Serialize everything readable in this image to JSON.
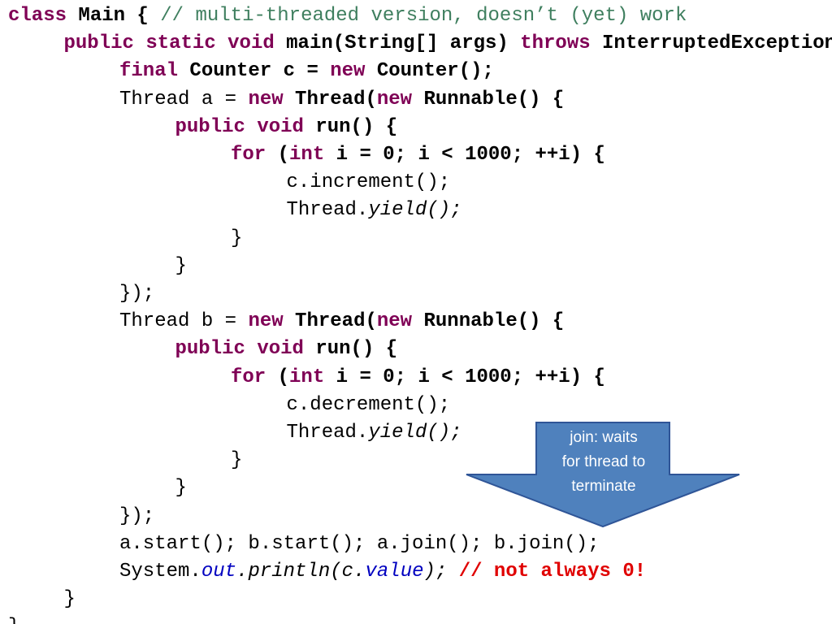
{
  "code": {
    "lines": [
      {
        "indent": 0,
        "tokens": [
          {
            "text": "class",
            "cls": "kw"
          },
          {
            "text": " Main {",
            "cls": "b"
          },
          {
            "text": " // multi-threaded version, doesn’t (yet) work",
            "cls": "cm"
          }
        ]
      },
      {
        "indent": 1,
        "tokens": [
          {
            "text": "public static void",
            "cls": "kw"
          },
          {
            "text": " main(String[] args) ",
            "cls": "b"
          },
          {
            "text": "throws",
            "cls": "kw"
          },
          {
            "text": " InterruptedException {",
            "cls": "b"
          }
        ]
      },
      {
        "indent": 2,
        "tokens": [
          {
            "text": "final",
            "cls": "kw"
          },
          {
            "text": " Counter c = ",
            "cls": "b"
          },
          {
            "text": "new",
            "cls": "kw"
          },
          {
            "text": " Counter();",
            "cls": "b"
          }
        ]
      },
      {
        "indent": 2,
        "tokens": [
          {
            "text": "Thread a = ",
            "cls": ""
          },
          {
            "text": "new",
            "cls": "kw"
          },
          {
            "text": " Thread(",
            "cls": "b"
          },
          {
            "text": "new",
            "cls": "kw"
          },
          {
            "text": " Runnable() {",
            "cls": "b"
          }
        ]
      },
      {
        "indent": 3,
        "tokens": [
          {
            "text": "public void",
            "cls": "kw"
          },
          {
            "text": " run() {",
            "cls": "b"
          }
        ]
      },
      {
        "indent": 4,
        "tokens": [
          {
            "text": "for",
            "cls": "kw"
          },
          {
            "text": " (",
            "cls": "b"
          },
          {
            "text": "int",
            "cls": "kw"
          },
          {
            "text": " i = 0; i < 1000; ++i) {",
            "cls": "b"
          }
        ]
      },
      {
        "indent": 5,
        "tokens": [
          {
            "text": "c.increment();",
            "cls": ""
          }
        ]
      },
      {
        "indent": 5,
        "tokens": [
          {
            "text": "Thread.",
            "cls": ""
          },
          {
            "text": "yield();",
            "cls": "it"
          }
        ]
      },
      {
        "indent": 4,
        "tokens": [
          {
            "text": "}",
            "cls": ""
          }
        ]
      },
      {
        "indent": 3,
        "tokens": [
          {
            "text": "}",
            "cls": ""
          }
        ]
      },
      {
        "indent": 2,
        "tokens": [
          {
            "text": "});",
            "cls": ""
          }
        ]
      },
      {
        "indent": 2,
        "tokens": [
          {
            "text": "Thread b = ",
            "cls": ""
          },
          {
            "text": "new",
            "cls": "kw"
          },
          {
            "text": " Thread(",
            "cls": "b"
          },
          {
            "text": "new",
            "cls": "kw"
          },
          {
            "text": " Runnable() {",
            "cls": "b"
          }
        ]
      },
      {
        "indent": 3,
        "tokens": [
          {
            "text": "public void",
            "cls": "kw"
          },
          {
            "text": " run() {",
            "cls": "b"
          }
        ]
      },
      {
        "indent": 4,
        "tokens": [
          {
            "text": "for",
            "cls": "kw"
          },
          {
            "text": " (",
            "cls": "b"
          },
          {
            "text": "int",
            "cls": "kw"
          },
          {
            "text": " i = 0; i < 1000; ++i) {",
            "cls": "b"
          }
        ]
      },
      {
        "indent": 5,
        "tokens": [
          {
            "text": "c.decrement();",
            "cls": ""
          }
        ]
      },
      {
        "indent": 5,
        "tokens": [
          {
            "text": "Thread.",
            "cls": ""
          },
          {
            "text": "yield();",
            "cls": "it"
          }
        ]
      },
      {
        "indent": 4,
        "tokens": [
          {
            "text": "}",
            "cls": ""
          }
        ]
      },
      {
        "indent": 3,
        "tokens": [
          {
            "text": "}",
            "cls": ""
          }
        ]
      },
      {
        "indent": 2,
        "tokens": [
          {
            "text": "});",
            "cls": ""
          }
        ]
      },
      {
        "indent": 2,
        "tokens": [
          {
            "text": "a.start(); b.start(); a.join(); b.join();",
            "cls": ""
          }
        ]
      },
      {
        "indent": 2,
        "tokens": [
          {
            "text": "System.",
            "cls": ""
          },
          {
            "text": "out",
            "cls": "fld"
          },
          {
            "text": ".println(c.",
            "cls": "it"
          },
          {
            "text": "value",
            "cls": "fld"
          },
          {
            "text": ");",
            "cls": "it"
          },
          {
            "text": " // not always 0!",
            "cls": "red"
          }
        ]
      },
      {
        "indent": 1,
        "tokens": [
          {
            "text": "}",
            "cls": ""
          }
        ]
      },
      {
        "indent": 0,
        "tokens": [
          {
            "text": "}",
            "cls": ""
          }
        ]
      }
    ]
  },
  "callout": {
    "text_line1": "join: waits",
    "text_line2": "for thread to",
    "text_line3": "terminate"
  },
  "colors": {
    "keyword": "#7f0055",
    "comment": "#3f7f5f",
    "field": "#0000c0",
    "emphasis": "#e00000",
    "callout_fill": "#4f81bd",
    "callout_stroke": "#2f5597"
  }
}
